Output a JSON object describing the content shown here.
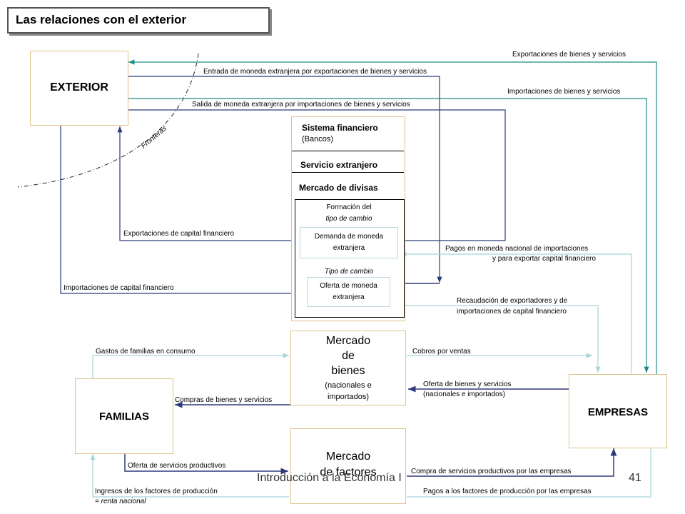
{
  "title": "Las relaciones con el exterior",
  "nodes": {
    "exterior": "EXTERIOR",
    "familias": "FAMILIAS",
    "empresas": "EMPRESAS",
    "sistema_financiero": "Sistema financiero",
    "bancos": "(Bancos)",
    "servicio_extranjero": "Servicio extranjero",
    "mercado_divisas": "Mercado de divisas",
    "formacion_line1": "Formación del",
    "formacion_line2": "tipo de cambio",
    "demanda_line1": "Demanda de moneda",
    "demanda_line2": "extranjera",
    "tipo_cambio": "Tipo de cambio",
    "oferta_line1": "Oferta de moneda",
    "oferta_line2": "extranjera",
    "mercado_bienes_l1": "Mercado",
    "mercado_bienes_l2": "de",
    "mercado_bienes_l3": "bienes",
    "mercado_bienes_l4": "(nacionales e",
    "mercado_bienes_l5": "importados)",
    "mercado_factores_l1": "Mercado",
    "mercado_factores_l2": "de factores",
    "fronteras": "Fronteras"
  },
  "flows": {
    "exportaciones_bs": "Exportaciones de bienes y servicios",
    "entrada_moneda": "Entrada de moneda extranjera por exportaciones de bienes y servicios",
    "importaciones_bs": "Importaciones de bienes y servicios",
    "salida_moneda": "Salida de moneda extranjera por importaciones de bienes y servicios",
    "export_capital": "Exportaciones de capital financiero",
    "pagos_moneda_l1": "Pagos en moneda nacional de importaciones",
    "pagos_moneda_l2": "y para exportar capital financiero",
    "import_capital": "Importaciones de capital financiero",
    "recaudacion_l1": "Recaudación de exportadores y de",
    "recaudacion_l2": "importaciones de capital financiero",
    "gastos_familias": "Gastos de familias en consumo",
    "cobros_ventas": "Cobros por ventas",
    "oferta_bs_l1": "Oferta de bienes y servicios",
    "oferta_bs_l2": "(nacionales e importados)",
    "compras_bs": "Compras de bienes y servicios",
    "oferta_servicios": "Oferta de servicios productivos",
    "compra_servicios": "Compra de servicios productivos por las empresas",
    "ingresos_l1": "Ingresos de los factores de producción",
    "ingresos_l2": "= renta nacional",
    "pagos_factores": "Pagos a los factores de producción por las empresas"
  },
  "footer": {
    "course": "Introducción a la Economía I",
    "page": "41"
  },
  "colors": {
    "teal": "#1a8a8a",
    "navy": "#2e3a7a",
    "light_teal": "#a8d4d8",
    "box_border": "#e0c28c"
  }
}
